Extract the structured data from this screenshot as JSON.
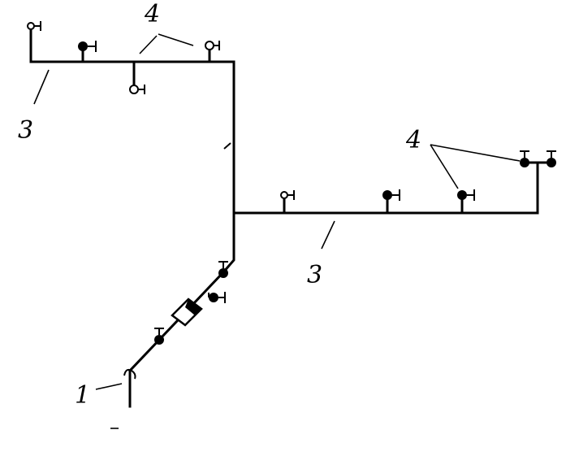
{
  "labels": {
    "supply_inlet": "1",
    "branch_top": "3",
    "branch_right": "3",
    "taps_top": "4",
    "taps_right": "4"
  },
  "colors": {
    "ink": "#000000",
    "paper": "#ffffff"
  },
  "icons": {
    "filled_valve": "valve-filled-icon",
    "open_valve": "valve-open-icon",
    "meter": "water-meter-icon"
  }
}
